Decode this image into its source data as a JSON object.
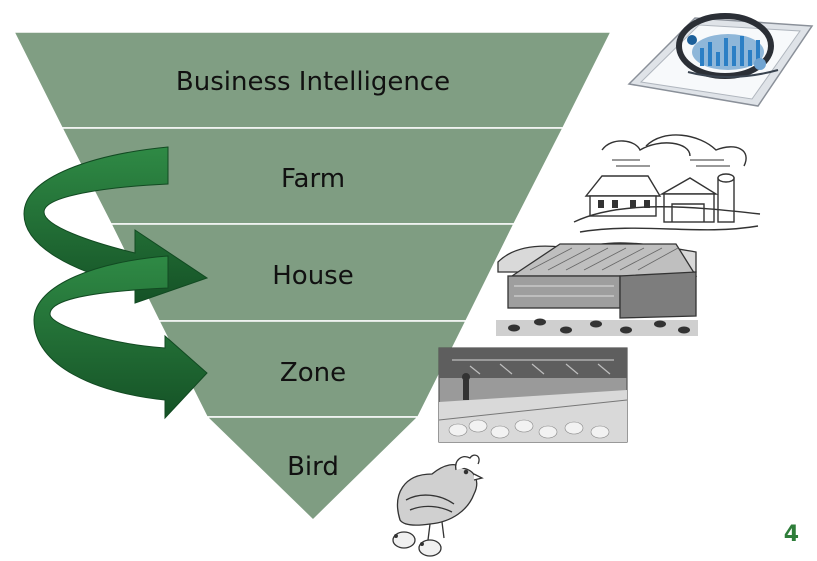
{
  "slide": {
    "page_number": "4",
    "accent_color": "#2e7d3a"
  },
  "pyramid": {
    "fill_color": "#7f9d82",
    "edge_color": "#5e7d62",
    "tiers": [
      {
        "label": "Business Intelligence",
        "icon": "dashboard-tablet-icon"
      },
      {
        "label": "Farm",
        "icon": "farm-buildings-illustration"
      },
      {
        "label": "House",
        "icon": "poultry-house-illustration"
      },
      {
        "label": "Zone",
        "icon": "barn-interior-illustration"
      },
      {
        "label": "Bird",
        "icon": "hen-with-chicks-illustration"
      }
    ]
  },
  "arrows": {
    "color": "#1f6b34",
    "count": 2,
    "direction": "spiral-down"
  }
}
